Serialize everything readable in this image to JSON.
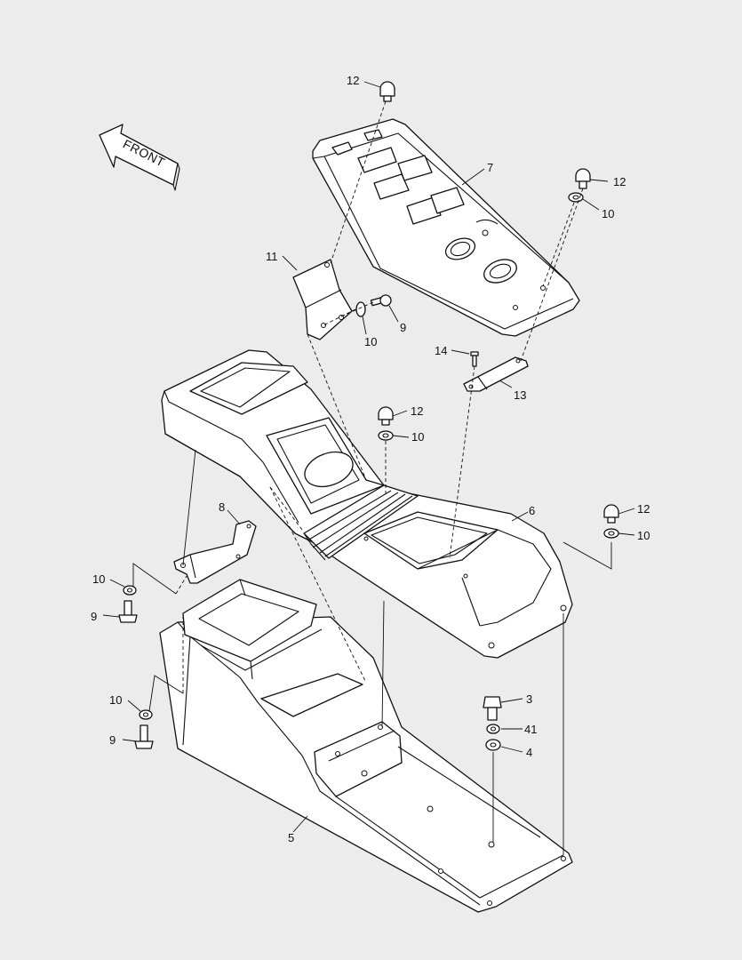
{
  "front_label": "FRONT",
  "callouts": [
    {
      "id": "c12a",
      "text": "12"
    },
    {
      "id": "c7",
      "text": "7"
    },
    {
      "id": "c12b",
      "text": "12"
    },
    {
      "id": "c10a",
      "text": "10"
    },
    {
      "id": "c11",
      "text": "11"
    },
    {
      "id": "c10b",
      "text": "10"
    },
    {
      "id": "c9a",
      "text": "9"
    },
    {
      "id": "c14",
      "text": "14"
    },
    {
      "id": "c13",
      "text": "13"
    },
    {
      "id": "c12c",
      "text": "12"
    },
    {
      "id": "c10c",
      "text": "10"
    },
    {
      "id": "c8",
      "text": "8"
    },
    {
      "id": "c6",
      "text": "6"
    },
    {
      "id": "c12d",
      "text": "12"
    },
    {
      "id": "c10d",
      "text": "10"
    },
    {
      "id": "c10e",
      "text": "10"
    },
    {
      "id": "c9b",
      "text": "9"
    },
    {
      "id": "c3",
      "text": "3"
    },
    {
      "id": "c10f",
      "text": "10"
    },
    {
      "id": "c41",
      "text": "41"
    },
    {
      "id": "c9c",
      "text": "9"
    },
    {
      "id": "c4",
      "text": "4"
    },
    {
      "id": "c5",
      "text": "5"
    }
  ]
}
